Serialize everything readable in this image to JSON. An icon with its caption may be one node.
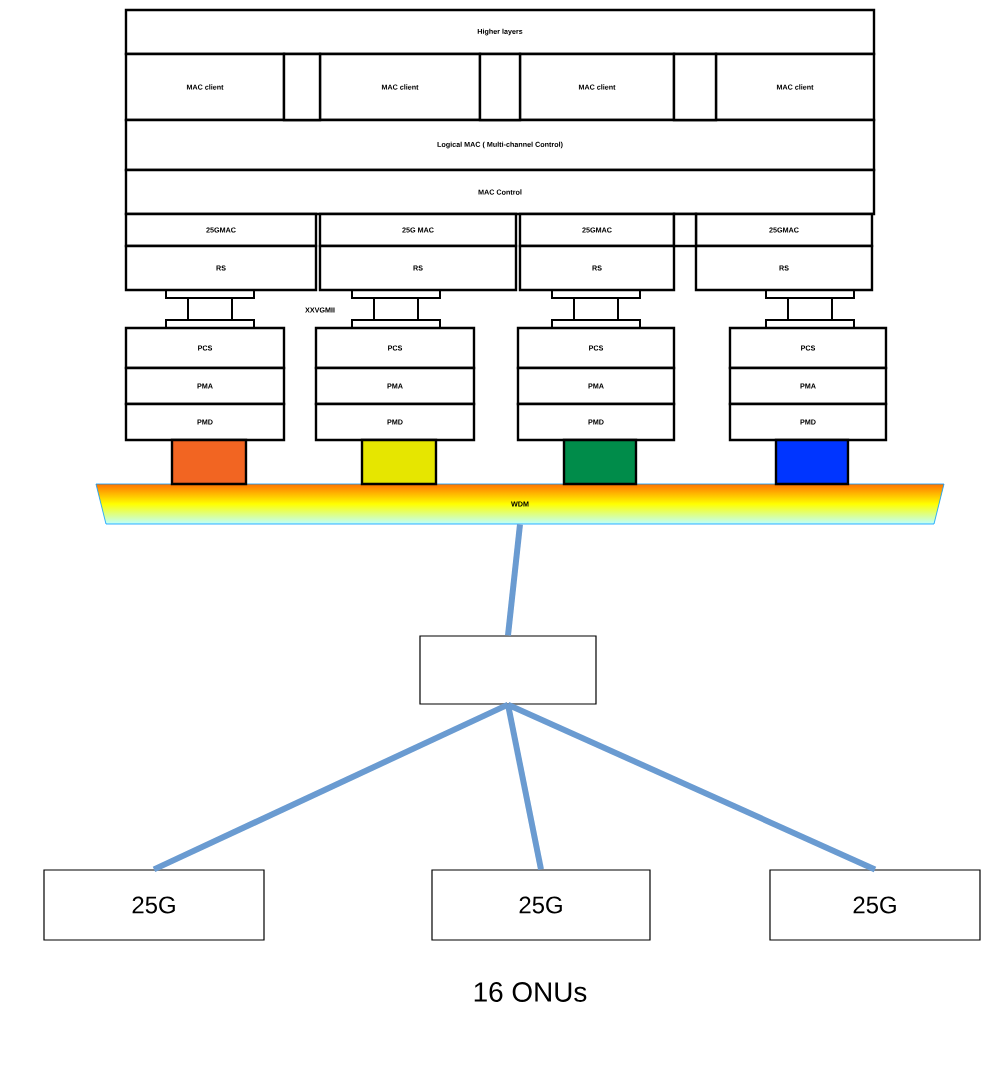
{
  "diagram": {
    "nodes": [
      {
        "text": [
          "Higher layers"
        ]
      },
      {
        "text": [
          "MAC client"
        ]
      },
      {
        "text": [
          "MAC client"
        ]
      },
      {
        "text": [
          "MAC client"
        ]
      },
      {
        "text": [
          "MAC client"
        ]
      },
      {
        "text": [
          "Logical MAC ( Multi-channel Control)"
        ]
      },
      {
        "text": [
          "MAC Control"
        ]
      },
      {
        "text": [
          "25GMAC"
        ]
      },
      {
        "text": [
          "25G MAC"
        ]
      },
      {
        "text": [
          "25GMAC"
        ]
      },
      {
        "text": [
          "25GMAC"
        ]
      },
      {
        "text": [
          "RS"
        ]
      },
      {
        "text": [
          "RS"
        ]
      },
      {
        "text": [
          "RS"
        ]
      },
      {
        "text": [
          "RS"
        ]
      },
      {
        "text": [
          "PCS"
        ]
      },
      {
        "text": [
          "PCS"
        ]
      },
      {
        "text": [
          "PCS"
        ]
      },
      {
        "text": [
          "PCS"
        ]
      },
      {
        "text": [
          "PMA"
        ]
      },
      {
        "text": [
          "PMA"
        ]
      },
      {
        "text": [
          "PMA"
        ]
      },
      {
        "text": [
          "PMA"
        ]
      },
      {
        "text": [
          "PMD"
        ]
      },
      {
        "text": [
          "PMD"
        ]
      },
      {
        "text": [
          "PMD"
        ]
      },
      {
        "text": [
          "PMD"
        ]
      },
      {
        "text": [
          "WDM"
        ]
      },
      {
        "text": [],
        "shape": "box"
      },
      {
        "text": [
          "25G"
        ]
      },
      {
        "text": [
          "25G"
        ]
      },
      {
        "text": [
          "25G"
        ]
      },
      {
        "text": [],
        "shape": "box"
      },
      {
        "text": [],
        "shape": "box"
      },
      {
        "text": [],
        "shape": "box"
      },
      {
        "text": [],
        "shape": "box"
      },
      {
        "text": [],
        "shape": "box"
      },
      {
        "text": [],
        "shape": "box"
      },
      {
        "text": [],
        "shape": "box"
      },
      {
        "text": [],
        "shape": "box"
      }
    ],
    "edges": [
      {
        "from": 27,
        "to": 28,
        "arrow": "none"
      },
      {
        "from": 28,
        "to": 29,
        "arrow": "none"
      },
      {
        "from": 28,
        "to": 30,
        "arrow": "none"
      },
      {
        "from": 28,
        "to": 31,
        "arrow": "none"
      }
    ],
    "labels": [
      "XXVGMII",
      "16 ONUs"
    ]
  }
}
